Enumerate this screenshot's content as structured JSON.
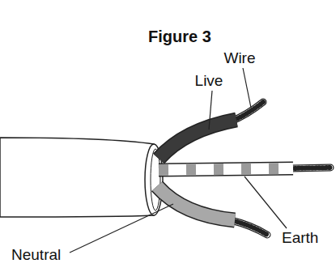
{
  "diagram": {
    "title": "Figure 3",
    "labels": [
      "Wire",
      "Live",
      "Earth",
      "Neutral"
    ]
  }
}
